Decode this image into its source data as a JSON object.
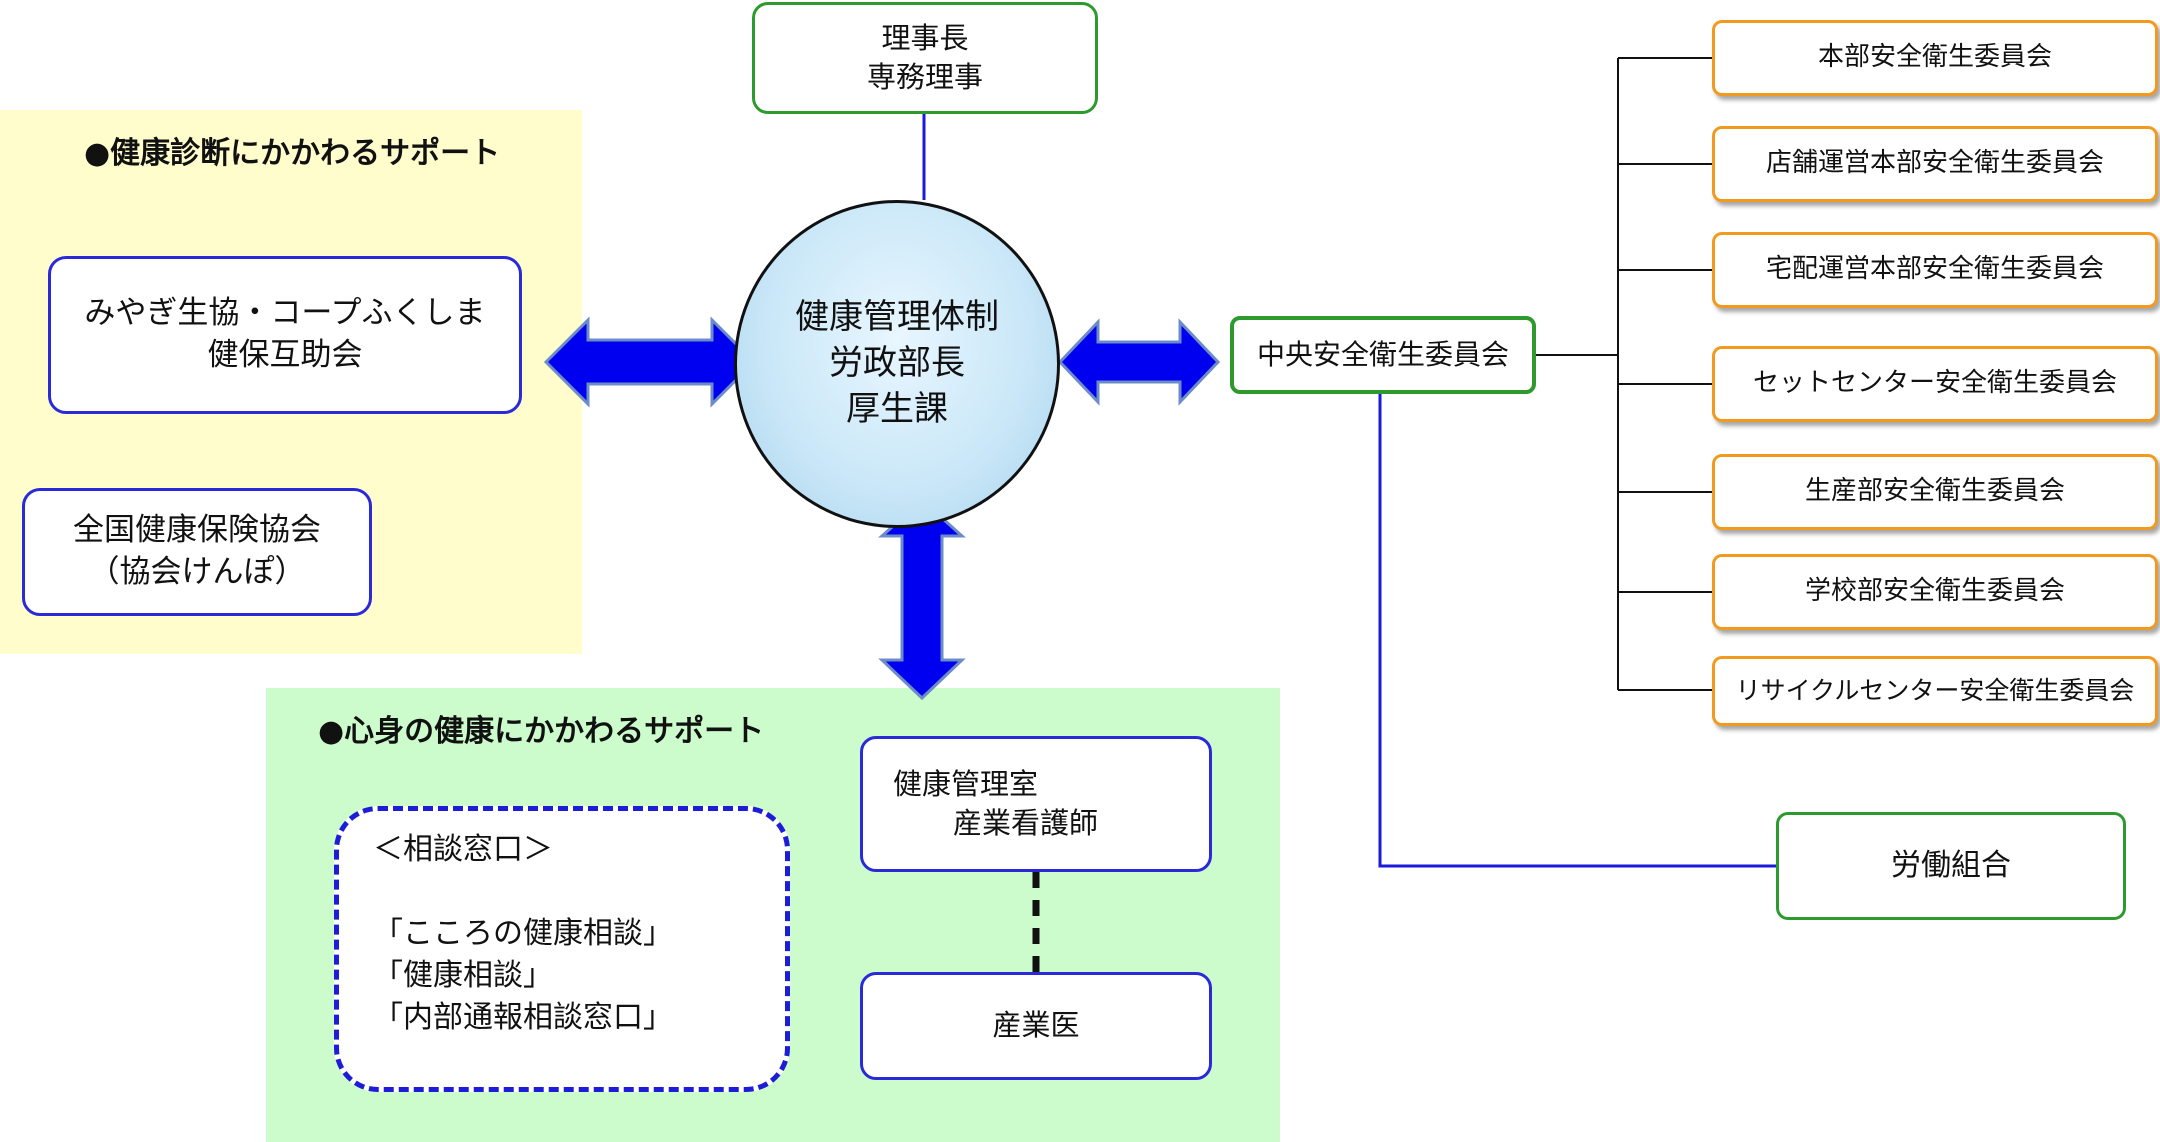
{
  "top": {
    "lines": [
      "理事長",
      "専務理事"
    ]
  },
  "center": {
    "lines": [
      "健康管理体制",
      "労政部長",
      "厚生課"
    ]
  },
  "health_check_support": {
    "heading": "●健康診断にかかわるサポート",
    "miyagi": [
      "みやぎ生協・コープふくしま",
      "健保互助会"
    ],
    "kyokai": [
      "全国健康保険協会",
      "（協会けんぽ）"
    ]
  },
  "mental_support": {
    "heading": "●心身の健康にかかわるサポート",
    "consultation": [
      "＜相談窓口＞",
      "",
      "「こころの健康相談」",
      "「健康相談」",
      "「内部通報相談窓口」"
    ],
    "health_office": [
      "健康管理室",
      "産業看護師"
    ],
    "doctor": "産業医"
  },
  "central_committee": {
    "label": "中央安全衛生委員会"
  },
  "committees": [
    "本部安全衛生委員会",
    "店舗運営本部安全衛生委員会",
    "宅配運営本部安全衛生委員会",
    "セットセンター安全衛生委員会",
    "生産部安全衛生委員会",
    "学校部安全衛生委員会",
    "リサイクルセンター安全衛生委員会"
  ],
  "union": {
    "label": "労働組合"
  },
  "colors": {
    "arrow": "#0000f0",
    "connector": "#1a1ad8",
    "green_border": "#2e9a2e",
    "orange_border": "#f29a1e",
    "yellow_panel": "#fffdcc",
    "green_panel": "#ccfccc"
  }
}
